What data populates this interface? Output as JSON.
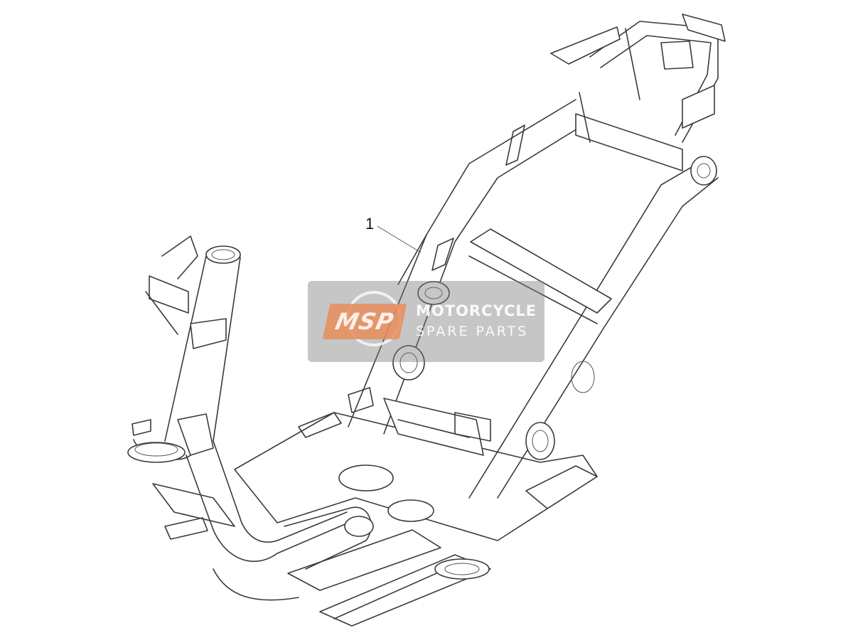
{
  "diagram": {
    "callouts": [
      {
        "label": "1"
      }
    ]
  },
  "watermark": {
    "logo_text": "MSP",
    "title": "MOTORCYCLE",
    "subtitle": "SPARE PARTS"
  }
}
